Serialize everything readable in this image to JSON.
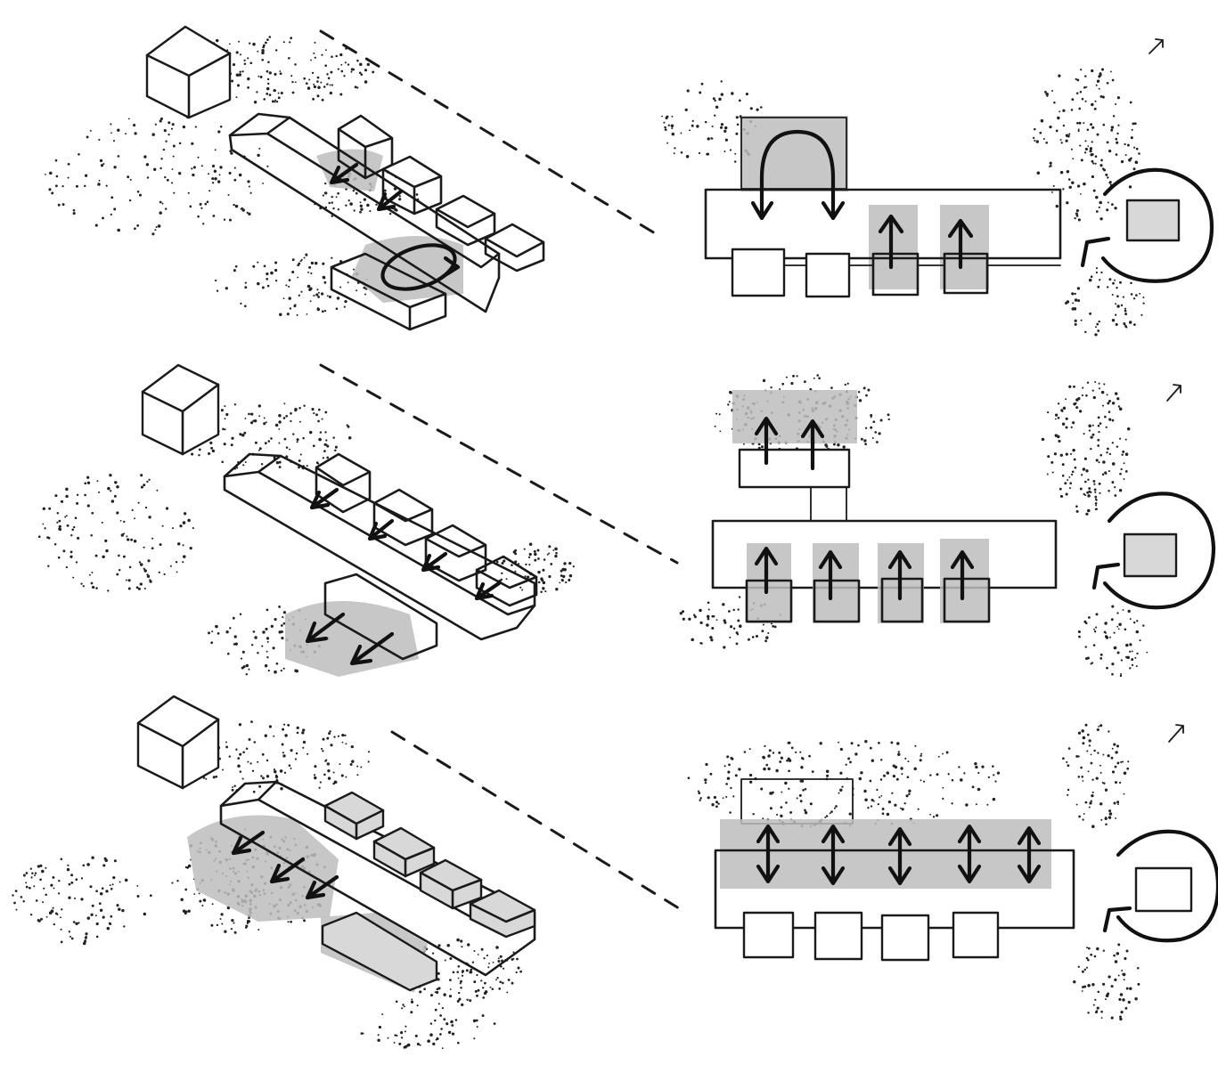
{
  "sketch": {
    "ink_color": "#1a1a1a",
    "shade_color": "#bdbdbd",
    "background": "#ffffff",
    "rows": [
      {
        "id": "row-1",
        "axonometric": "courtyard-loop",
        "plan": "loop-and-up-arrows"
      },
      {
        "id": "row-2",
        "axonometric": "all-units-open-down",
        "plan": "all-up-arrows"
      },
      {
        "id": "row-3",
        "axonometric": "bar-with-front-arrows",
        "plan": "double-arrows"
      }
    ]
  }
}
